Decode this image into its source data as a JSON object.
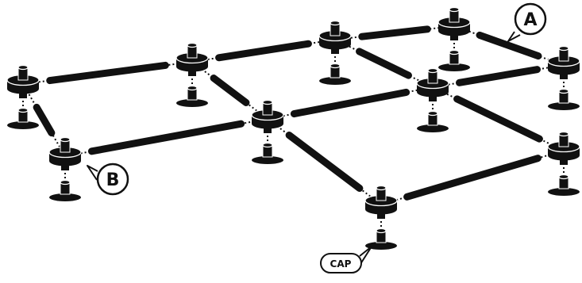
{
  "diagram": {
    "callouts": [
      {
        "id": "A",
        "text": "A"
      },
      {
        "id": "B",
        "text": "B"
      },
      {
        "id": "cap",
        "text": "CAP"
      }
    ]
  }
}
